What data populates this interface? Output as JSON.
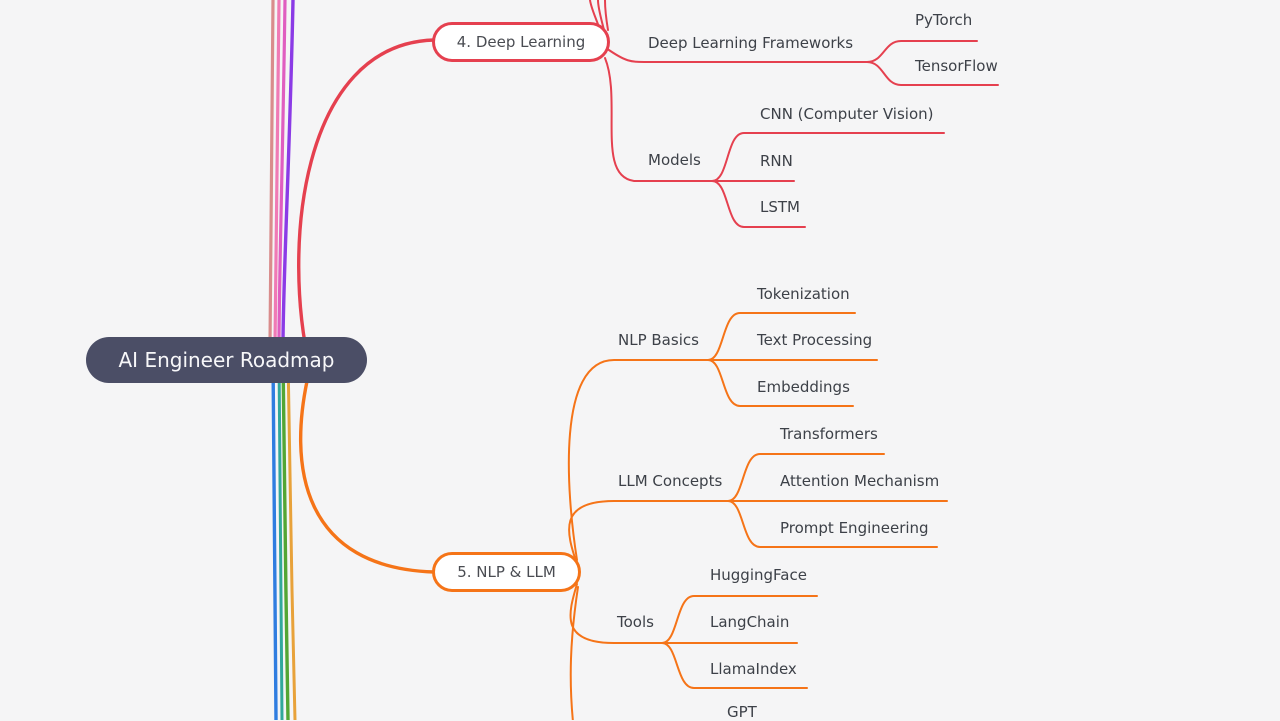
{
  "mindmap": {
    "root": {
      "label": "AI Engineer Roadmap",
      "fill": "#4b4e66",
      "text_color": "#f7f7f9"
    },
    "branches": [
      {
        "label": "4. Deep Learning",
        "color": "#e5404f",
        "children": [
          {
            "label": "Deep Learning Frameworks",
            "children": [
              "PyTorch",
              "TensorFlow"
            ]
          },
          {
            "label": "Models",
            "children": [
              "CNN (Computer Vision)",
              "RNN",
              "LSTM"
            ]
          }
        ]
      },
      {
        "label": "5. NLP & LLM",
        "color": "#f57418",
        "children": [
          {
            "label": "NLP Basics",
            "children": [
              "Tokenization",
              "Text Processing",
              "Embeddings"
            ]
          },
          {
            "label": "LLM Concepts",
            "children": [
              "Transformers",
              "Attention Mechanism",
              "Prompt Engineering"
            ]
          },
          {
            "label": "Tools",
            "children": [
              "HuggingFace",
              "LangChain",
              "LlamaIndex"
            ]
          },
          {
            "children": [
              "GPT"
            ]
          }
        ]
      }
    ],
    "offscreen_edge_colors": {
      "above_root": [
        "#d98c8c",
        "#f07ab5",
        "#e05ec0",
        "#8b3be6"
      ],
      "below_root": [
        "#2f7de0",
        "#31a89b",
        "#53a634",
        "#e8a23a"
      ]
    },
    "background": "#f5f5f6",
    "label_text_color": "#3d4148"
  }
}
